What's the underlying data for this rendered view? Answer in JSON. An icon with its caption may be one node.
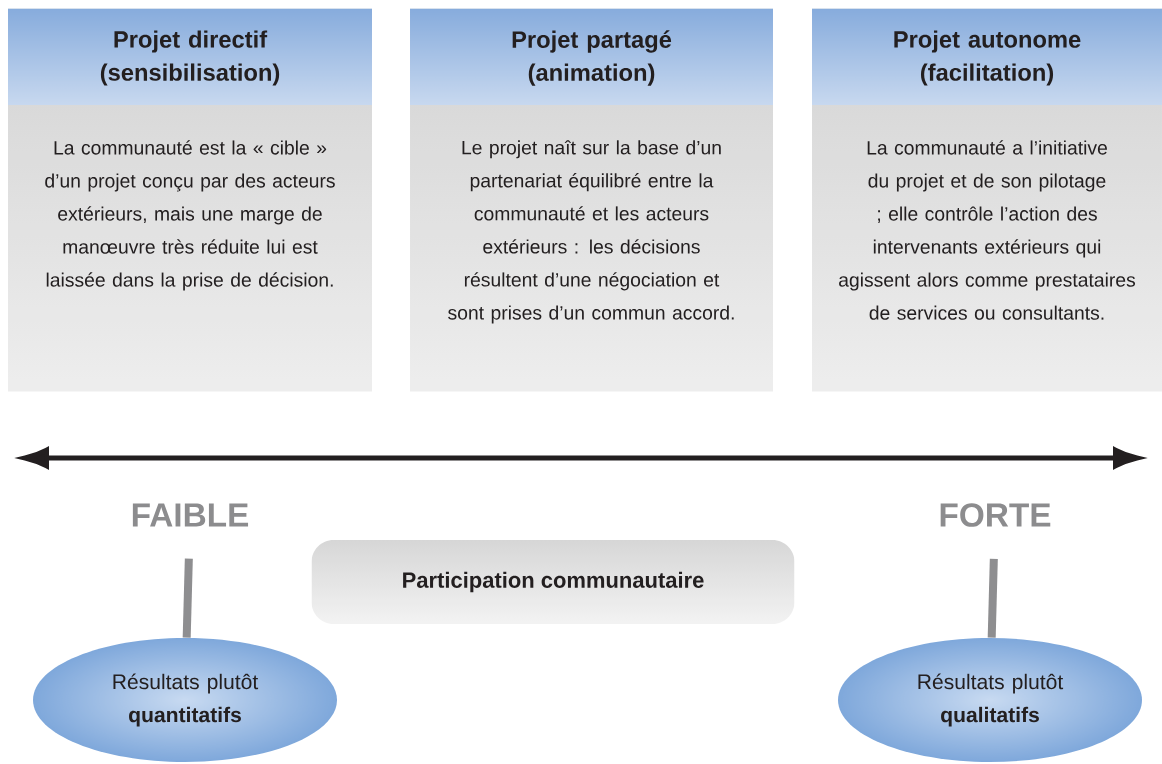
{
  "diagram": {
    "nodes": [
      {
        "text": [
          "Projet directif (sensibilisation)",
          "La communauté est la « cible » d’un projet conçu par des acteurs extérieurs, mais une marge de manœuvre très réduite lui est laissée dans la prise de décision."
        ]
      },
      {
        "text": [
          "Projet partagé (animation)",
          "Le projet naît sur la base d’un partenariat équilibré entre la communauté et les acteurs extérieurs : les décisions résultent d’une négociation et sont prises d’un commun accord."
        ]
      },
      {
        "text": [
          "Projet autonome (facilitation)",
          "La communauté a l’initiative du projet et de son pilotage ; elle contrôle l’action des intervenants extérieurs qui agissent alors comme prestataires de services ou consultants."
        ]
      },
      {
        "text": [
          "FAIBLE"
        ]
      },
      {
        "text": [
          "Résultats plutôt **quantitatifs**"
        ]
      },
      {
        "text": [
          "FORTE"
        ]
      },
      {
        "text": [
          "Résultats plutôt **qualitatifs**"
        ]
      },
      {
        "text": [
          "Participation communautaire"
        ]
      }
    ],
    "edges": [
      {
        "from": 3,
        "to": 4,
        "arrow": "none"
      },
      {
        "from": 5,
        "to": 6,
        "arrow": "none"
      }
    ]
  }
}
